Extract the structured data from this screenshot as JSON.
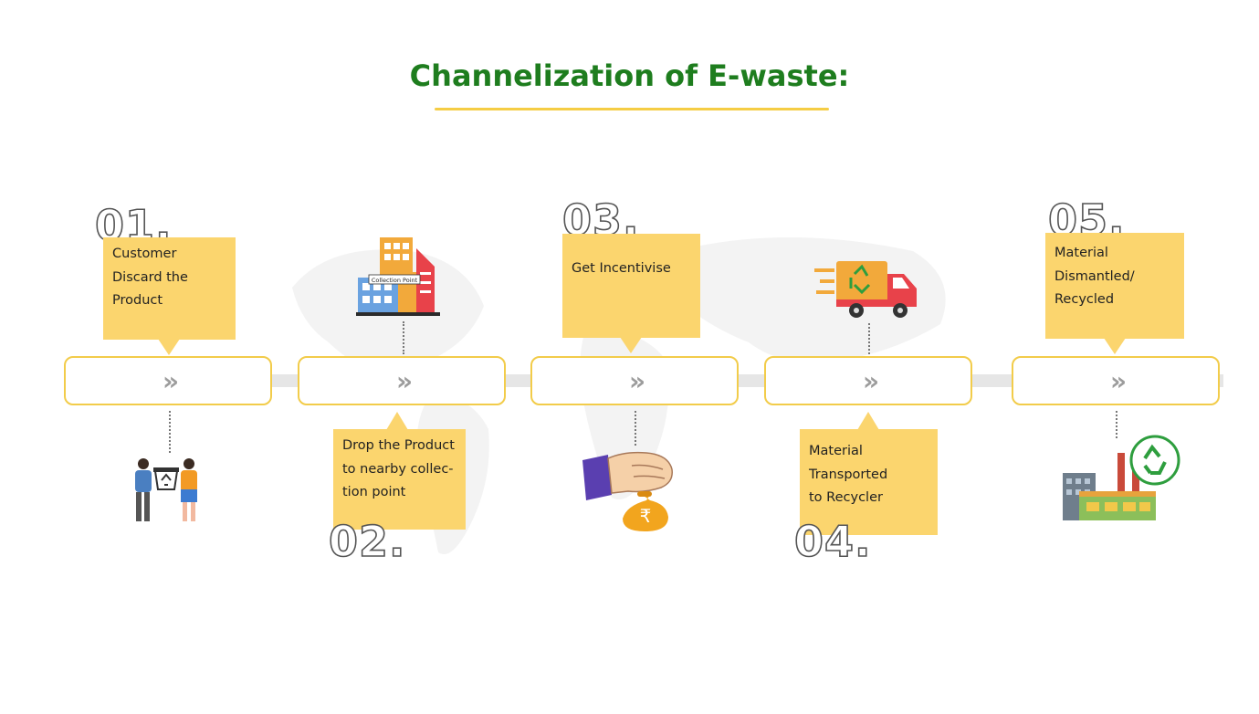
{
  "header": {
    "title": "Channelization of E-waste:"
  },
  "steps": [
    {
      "number": "01.",
      "text": "Customer\nDiscard the\nProduct",
      "icon": "people-handing-recycle-bin-icon"
    },
    {
      "number": "02.",
      "text": "Drop the Product\nto nearby collec-\ntion point",
      "icon": "collection-point-building-icon",
      "icon_label": "Collection Point"
    },
    {
      "number": "03.",
      "text": "Get Incentivise",
      "icon": "hand-money-bag-icon",
      "icon_label": "₹"
    },
    {
      "number": "04.",
      "text": "Material\nTransported\nto Recycler",
      "icon": "recycling-truck-icon"
    },
    {
      "number": "05.",
      "text": "Material\nDismantled/\nRecycled",
      "icon": "recycling-factory-icon"
    }
  ],
  "connector": {
    "glyph": "»"
  },
  "colors": {
    "title": "#1e7d1e",
    "accent": "#f5cd45",
    "note": "#fbd56e",
    "track": "#e6e6e6"
  }
}
